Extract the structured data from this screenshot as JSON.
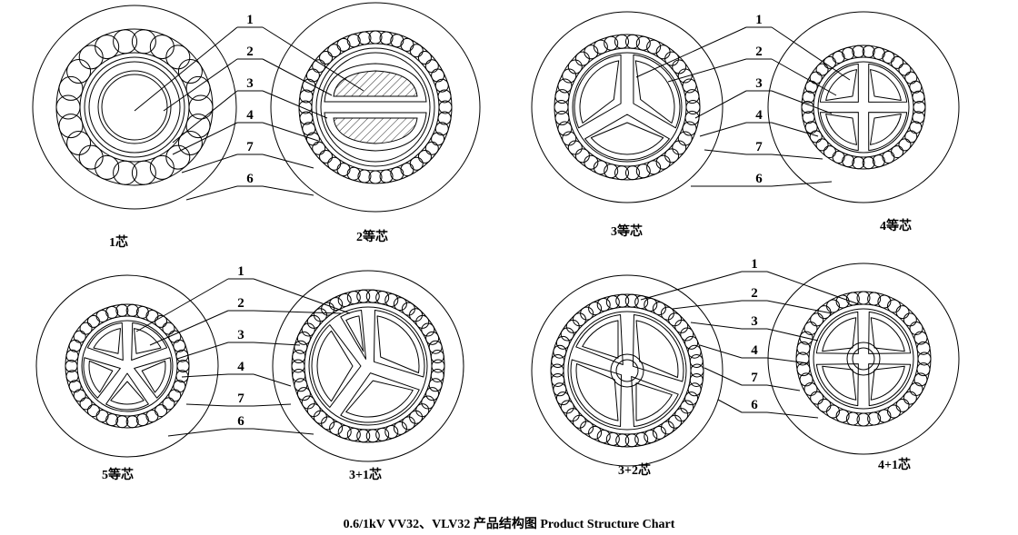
{
  "layer_labels": [
    "1",
    "2",
    "3",
    "4",
    "7",
    "6"
  ],
  "captions": {
    "one_core": "1芯",
    "two_core": "2等芯",
    "three_core": "3等芯",
    "four_core": "4等芯",
    "five_core": "5等芯",
    "three_plus_one": "3+1芯",
    "three_plus_two": "3+2芯",
    "four_plus_one": "4+1芯"
  },
  "chart_title": "0.6/1kV VV32、VLV32   产品结构图  Product Structure Chart"
}
